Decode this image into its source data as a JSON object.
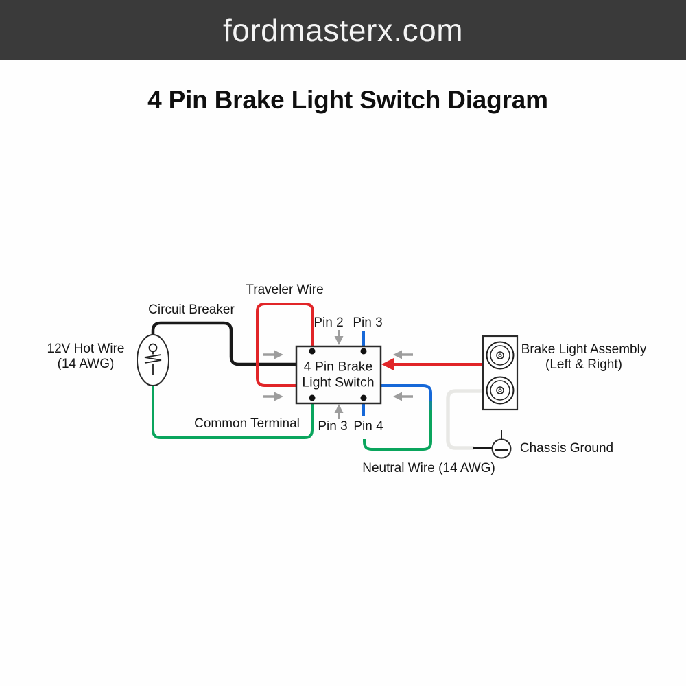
{
  "header": {
    "site_name": "fordmasterx.com"
  },
  "title": "4 Pin Brake Light Switch Diagram",
  "colors": {
    "header_bg": "#3a3a3a",
    "header_text": "#f4f4f4",
    "red": "#e12528",
    "green": "#0aa55d",
    "teal_transition": "#128b92",
    "blue": "#1668d8",
    "black_wire": "#191919",
    "gray_arrow": "#9d9d9d",
    "white_wire": "#e8e8e5",
    "outline": "#2a2a2a",
    "pin_dot": "#111111",
    "label_text": "#161616"
  },
  "labels": {
    "traveler_wire": "Traveler Wire",
    "circuit_breaker": "Circuit Breaker",
    "pin2_top": "Pin 2",
    "pin3_top": "Pin 3",
    "hot_wire_line1": "12V Hot Wire",
    "hot_wire_line2": "(14 AWG)",
    "switch_line1": "4 Pin Brake",
    "switch_line2": "Light Switch",
    "common_terminal": "Common Terminal",
    "pin3_bottom": "Pin 3",
    "pin4_bottom": "Pin 4",
    "brake_assembly_line1": "Brake Light Assembly",
    "brake_assembly_line2": "(Left & Right)",
    "chassis_ground": "Chassis Ground",
    "neutral_wire": "Neutral Wire (14 AWG)"
  }
}
